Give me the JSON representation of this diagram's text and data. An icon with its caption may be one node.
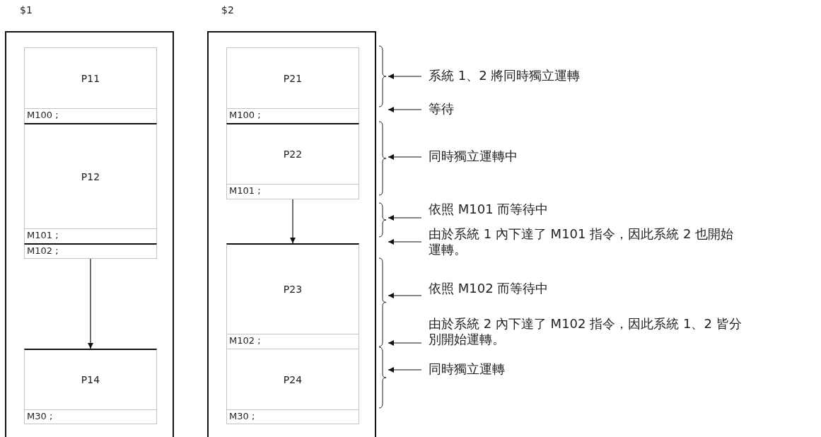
{
  "diagram": {
    "nodes": [
      {
        "text": [
          "$1"
        ]
      },
      {
        "text": [
          "P11"
        ],
        "in": 0
      },
      {
        "text": [
          "M100 ;"
        ],
        "in": 0
      },
      {
        "text": [
          "P12"
        ],
        "in": 0
      },
      {
        "text": [
          "M101 ;"
        ],
        "in": 0
      },
      {
        "text": [
          "M102 ;"
        ],
        "in": 0
      },
      {
        "text": [
          "P14"
        ],
        "in": 0
      },
      {
        "text": [
          "M30 ;"
        ],
        "in": 0
      },
      {
        "text": [
          "$2"
        ]
      },
      {
        "text": [
          "P21"
        ],
        "in": 8
      },
      {
        "text": [
          "M100 ;"
        ],
        "in": 8
      },
      {
        "text": [
          "P22"
        ],
        "in": 8
      },
      {
        "text": [
          "M101 ;"
        ],
        "in": 8
      },
      {
        "text": [
          "P23"
        ],
        "in": 8
      },
      {
        "text": [
          "M102 ;"
        ],
        "in": 8
      },
      {
        "text": [
          "P24"
        ],
        "in": 8
      },
      {
        "text": [
          "M30 ;"
        ],
        "in": 8
      },
      {
        "text": [
          "系統 1、2 將同時獨立運轉"
        ]
      },
      {
        "text": [
          "等待"
        ]
      },
      {
        "text": [
          "同時獨立運轉中"
        ]
      },
      {
        "text": [
          "依照 M101 而等待中"
        ]
      },
      {
        "text": [
          "由於系統 1 內下達了 M101 指令，因此系統 2 也開始運轉。"
        ]
      },
      {
        "text": [
          "依照 M102 而等待中"
        ]
      },
      {
        "text": [
          "由於系統 2 內下達了 M102 指令，因此系統 1、2 皆分別開始運轉。"
        ]
      },
      {
        "text": [
          "同時獨立運轉"
        ]
      }
    ],
    "edges": [
      {
        "from": 5,
        "to": 6,
        "arrow": "to"
      },
      {
        "from": 12,
        "to": 13,
        "arrow": "to"
      },
      {
        "from": 17,
        "to": 8,
        "arrow": "to"
      },
      {
        "from": 18,
        "to": 8,
        "arrow": "to"
      },
      {
        "from": 19,
        "to": 8,
        "arrow": "to"
      },
      {
        "from": 20,
        "to": 8,
        "arrow": "to"
      },
      {
        "from": 21,
        "to": 8,
        "arrow": "to"
      },
      {
        "from": 22,
        "to": 8,
        "arrow": "to"
      },
      {
        "from": 23,
        "to": 8,
        "arrow": "to"
      },
      {
        "from": 24,
        "to": 8,
        "arrow": "to"
      }
    ]
  }
}
